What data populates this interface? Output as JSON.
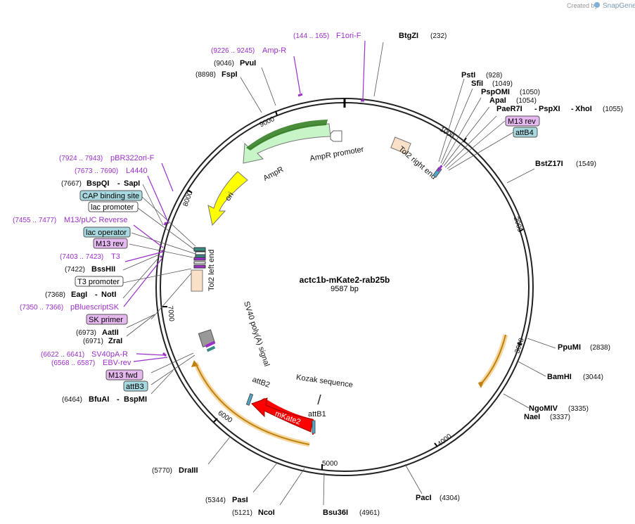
{
  "watermark": {
    "prefix": "Created by",
    "brand": "SnapGene"
  },
  "plasmid": {
    "name": "actc1b-mKate2-rab25b",
    "size": "9587 bp"
  },
  "ticks": [
    "1000",
    "2000",
    "3000",
    "4000",
    "5000",
    "6000",
    "7000",
    "8000",
    "9000"
  ],
  "sites": [
    {
      "name": "BtgZI",
      "pos": "(232)"
    },
    {
      "name": "PstI",
      "pos": "(928)"
    },
    {
      "name": "SfiI",
      "pos": "(1049)"
    },
    {
      "name": "PspOMI",
      "pos": "(1050)"
    },
    {
      "name": "ApaI",
      "pos": "(1054)"
    },
    {
      "name": "PaeR7I",
      "name2": "PspXI",
      "name3": "XhoI",
      "pos": "(1055)"
    },
    {
      "name": "BstZ17I",
      "pos": "(1549)"
    },
    {
      "name": "PpuMI",
      "pos": "(2838)"
    },
    {
      "name": "BamHI",
      "pos": "(3044)"
    },
    {
      "name": "NgoMIV",
      "pos": "(3335)"
    },
    {
      "name": "NaeI",
      "pos": "(3337)"
    },
    {
      "name": "PacI",
      "pos": "(4304)"
    },
    {
      "name": "Bsu36I",
      "pos": "(4961)"
    },
    {
      "name": "NcoI",
      "pos": "(5121)"
    },
    {
      "name": "PasI",
      "pos": "(5344)"
    },
    {
      "name": "DraIII",
      "pos": "(5770)"
    },
    {
      "name": "BfuAI",
      "name2": "BspMI",
      "pos": "(6464)"
    },
    {
      "name": "ZraI",
      "pos": "(6971)"
    },
    {
      "name": "AatII",
      "pos": "(6973)"
    },
    {
      "name": "EagI",
      "name2": "NotI",
      "pos": "(7368)"
    },
    {
      "name": "BssHII",
      "pos": "(7422)"
    },
    {
      "name": "BspQI",
      "name2": "SapI",
      "pos": "(7667)"
    },
    {
      "name": "FspI",
      "pos": "(8898)"
    },
    {
      "name": "PvuI",
      "pos": "(9046)"
    }
  ],
  "primers": [
    {
      "range": "(144 .. 165)",
      "name": "F1ori-F"
    },
    {
      "range": "(9226 .. 9245)",
      "name": "Amp-R"
    },
    {
      "range": "(7924 .. 7943)",
      "name": "pBR322ori-F"
    },
    {
      "range": "(7673 .. 7690)",
      "name": "L4440"
    },
    {
      "range": "(7455 .. 7477)",
      "name": "M13/pUC Reverse"
    },
    {
      "range": "(7403 .. 7423)",
      "name": "T3"
    },
    {
      "range": "(7350 .. 7366)",
      "name": "pBluescriptSK"
    },
    {
      "range": "(6622 .. 6641)",
      "name": "SV40pA-R"
    },
    {
      "range": "(6568 .. 6587)",
      "name": "EBV-rev"
    }
  ],
  "boxes": [
    {
      "label": "M13 rev",
      "color": "#e6b8f0"
    },
    {
      "label": "attB4",
      "color": "#a8d8e0"
    },
    {
      "label": "CAP binding site",
      "color": "#a8d8e0"
    },
    {
      "label": "lac promoter",
      "color": "#ffffff"
    },
    {
      "label": "lac operator",
      "color": "#a8d8e0"
    },
    {
      "label": "M13 rev",
      "color": "#e6b8f0"
    },
    {
      "label": "T3 promoter",
      "color": "#ffffff"
    },
    {
      "label": "SK primer",
      "color": "#e6b8f0"
    },
    {
      "label": "M13 fwd",
      "color": "#e6b8f0"
    },
    {
      "label": "attB3",
      "color": "#a8d8e0"
    }
  ],
  "features": {
    "amp_promoter": "AmpR promoter",
    "ampr": "AmpR",
    "ori": "ori",
    "tol2_right": "Tol2 right end",
    "tol2_left": "Tol2 left end",
    "sv40": "SV40 poly(A) signal",
    "kozak": "Kozak sequence",
    "mkate2": "mKate2",
    "attb1": "attB1",
    "attb2": "attB2"
  },
  "colors": {
    "primer": "#9b30c8",
    "ampr": "#c8f5c8",
    "ori": "#ffff00",
    "mkate2": "#ff0000",
    "tol2": "#fbe0c8",
    "sv40": "#999999",
    "orange": "#e8a020"
  }
}
